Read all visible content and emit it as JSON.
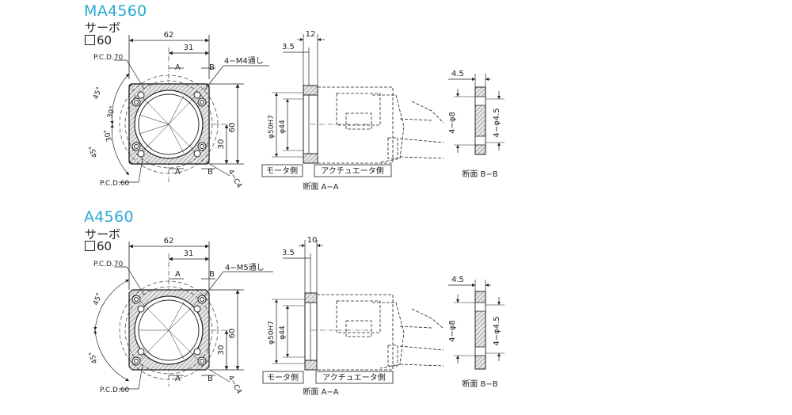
{
  "parts": [
    {
      "model": "MA4560",
      "type": "サーボ",
      "size": "60",
      "front": {
        "dim_width": "62",
        "dim_half": "31",
        "dim_height": "60",
        "dim_half_v": "30",
        "pcd_top": "P.C.D.70",
        "pcd_bottom": "P.C.D.60",
        "hole_note": "4−M4通し",
        "chamfer": "4−C4",
        "angle_45a": "45°",
        "angle_45b": "45°",
        "angle_30a": "30°",
        "angle_30b": "30°",
        "sec_a": "A",
        "sec_b": "B"
      },
      "side": {
        "dim_t": "12",
        "dim_35": "3.5",
        "dia_bore": "φ50H7",
        "dia_44": "φ44",
        "label_motor": "モータ側",
        "label_actuator": "アクチュエータ側",
        "caption": "断面 A−A"
      },
      "sectionB": {
        "dim_45": "4.5",
        "hole_a": "4−φ8",
        "hole_b": "4−φ4.5",
        "caption": "断面 B−B"
      }
    },
    {
      "model": "A4560",
      "type": "サーボ",
      "size": "60",
      "front": {
        "dim_width": "62",
        "dim_half": "31",
        "dim_height": "60",
        "dim_half_v": "30",
        "pcd_top": "P.C.D.70",
        "pcd_bottom": "P.C.D.60",
        "hole_note": "4−M5通し",
        "chamfer": "4−C4",
        "angle_45a": "45°",
        "angle_45b": "45°",
        "sec_a": "A",
        "sec_b": "B"
      },
      "side": {
        "dim_t": "10",
        "dim_35": "3.5",
        "dia_bore": "φ50H7",
        "dia_44": "φ44",
        "label_motor": "モータ側",
        "label_actuator": "アクチュエータ側",
        "caption": "断面 A−A"
      },
      "sectionB": {
        "dim_45": "4.5",
        "hole_a": "4−φ8",
        "hole_b": "4−φ4.5",
        "caption": "断面 B−B"
      }
    }
  ]
}
